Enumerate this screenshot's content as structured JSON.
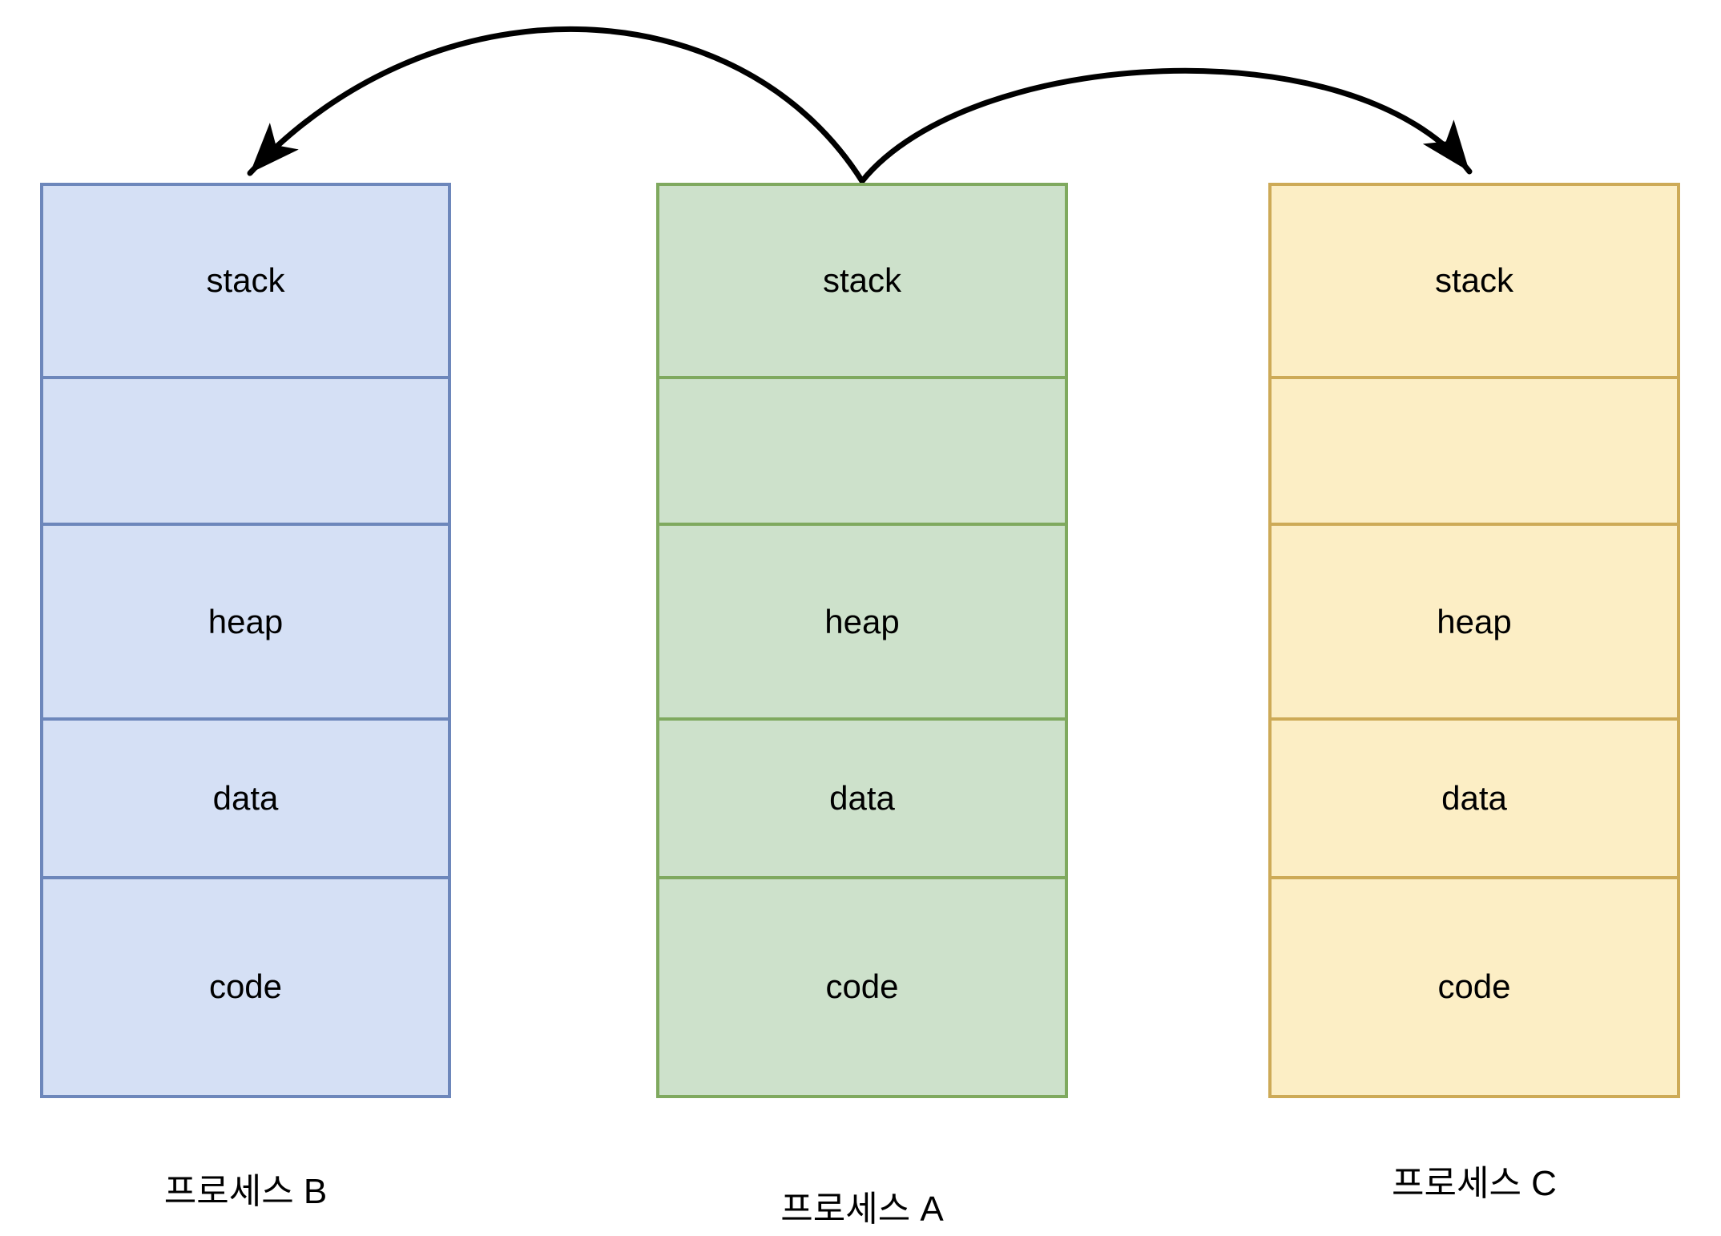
{
  "diagram": {
    "arrow_color": "#000000",
    "processes": [
      {
        "id": "B",
        "label": "프로세스 B",
        "fill": "#d5e0f5",
        "stroke": "#6d87bb",
        "sections": [
          "stack",
          "",
          "heap",
          "data",
          "code"
        ]
      },
      {
        "id": "A",
        "label": "프로세스 A",
        "fill": "#cde1cb",
        "stroke": "#7fa95f",
        "sections": [
          "stack",
          "",
          "heap",
          "data",
          "code"
        ]
      },
      {
        "id": "C",
        "label": "프로세스 C",
        "fill": "#fceec5",
        "stroke": "#cdaa57",
        "sections": [
          "stack",
          "",
          "heap",
          "data",
          "code"
        ]
      }
    ],
    "arrows": [
      {
        "from": "프로세스 A",
        "to": "프로세스 B"
      },
      {
        "from": "프로세스 A",
        "to": "프로세스 C"
      }
    ]
  }
}
